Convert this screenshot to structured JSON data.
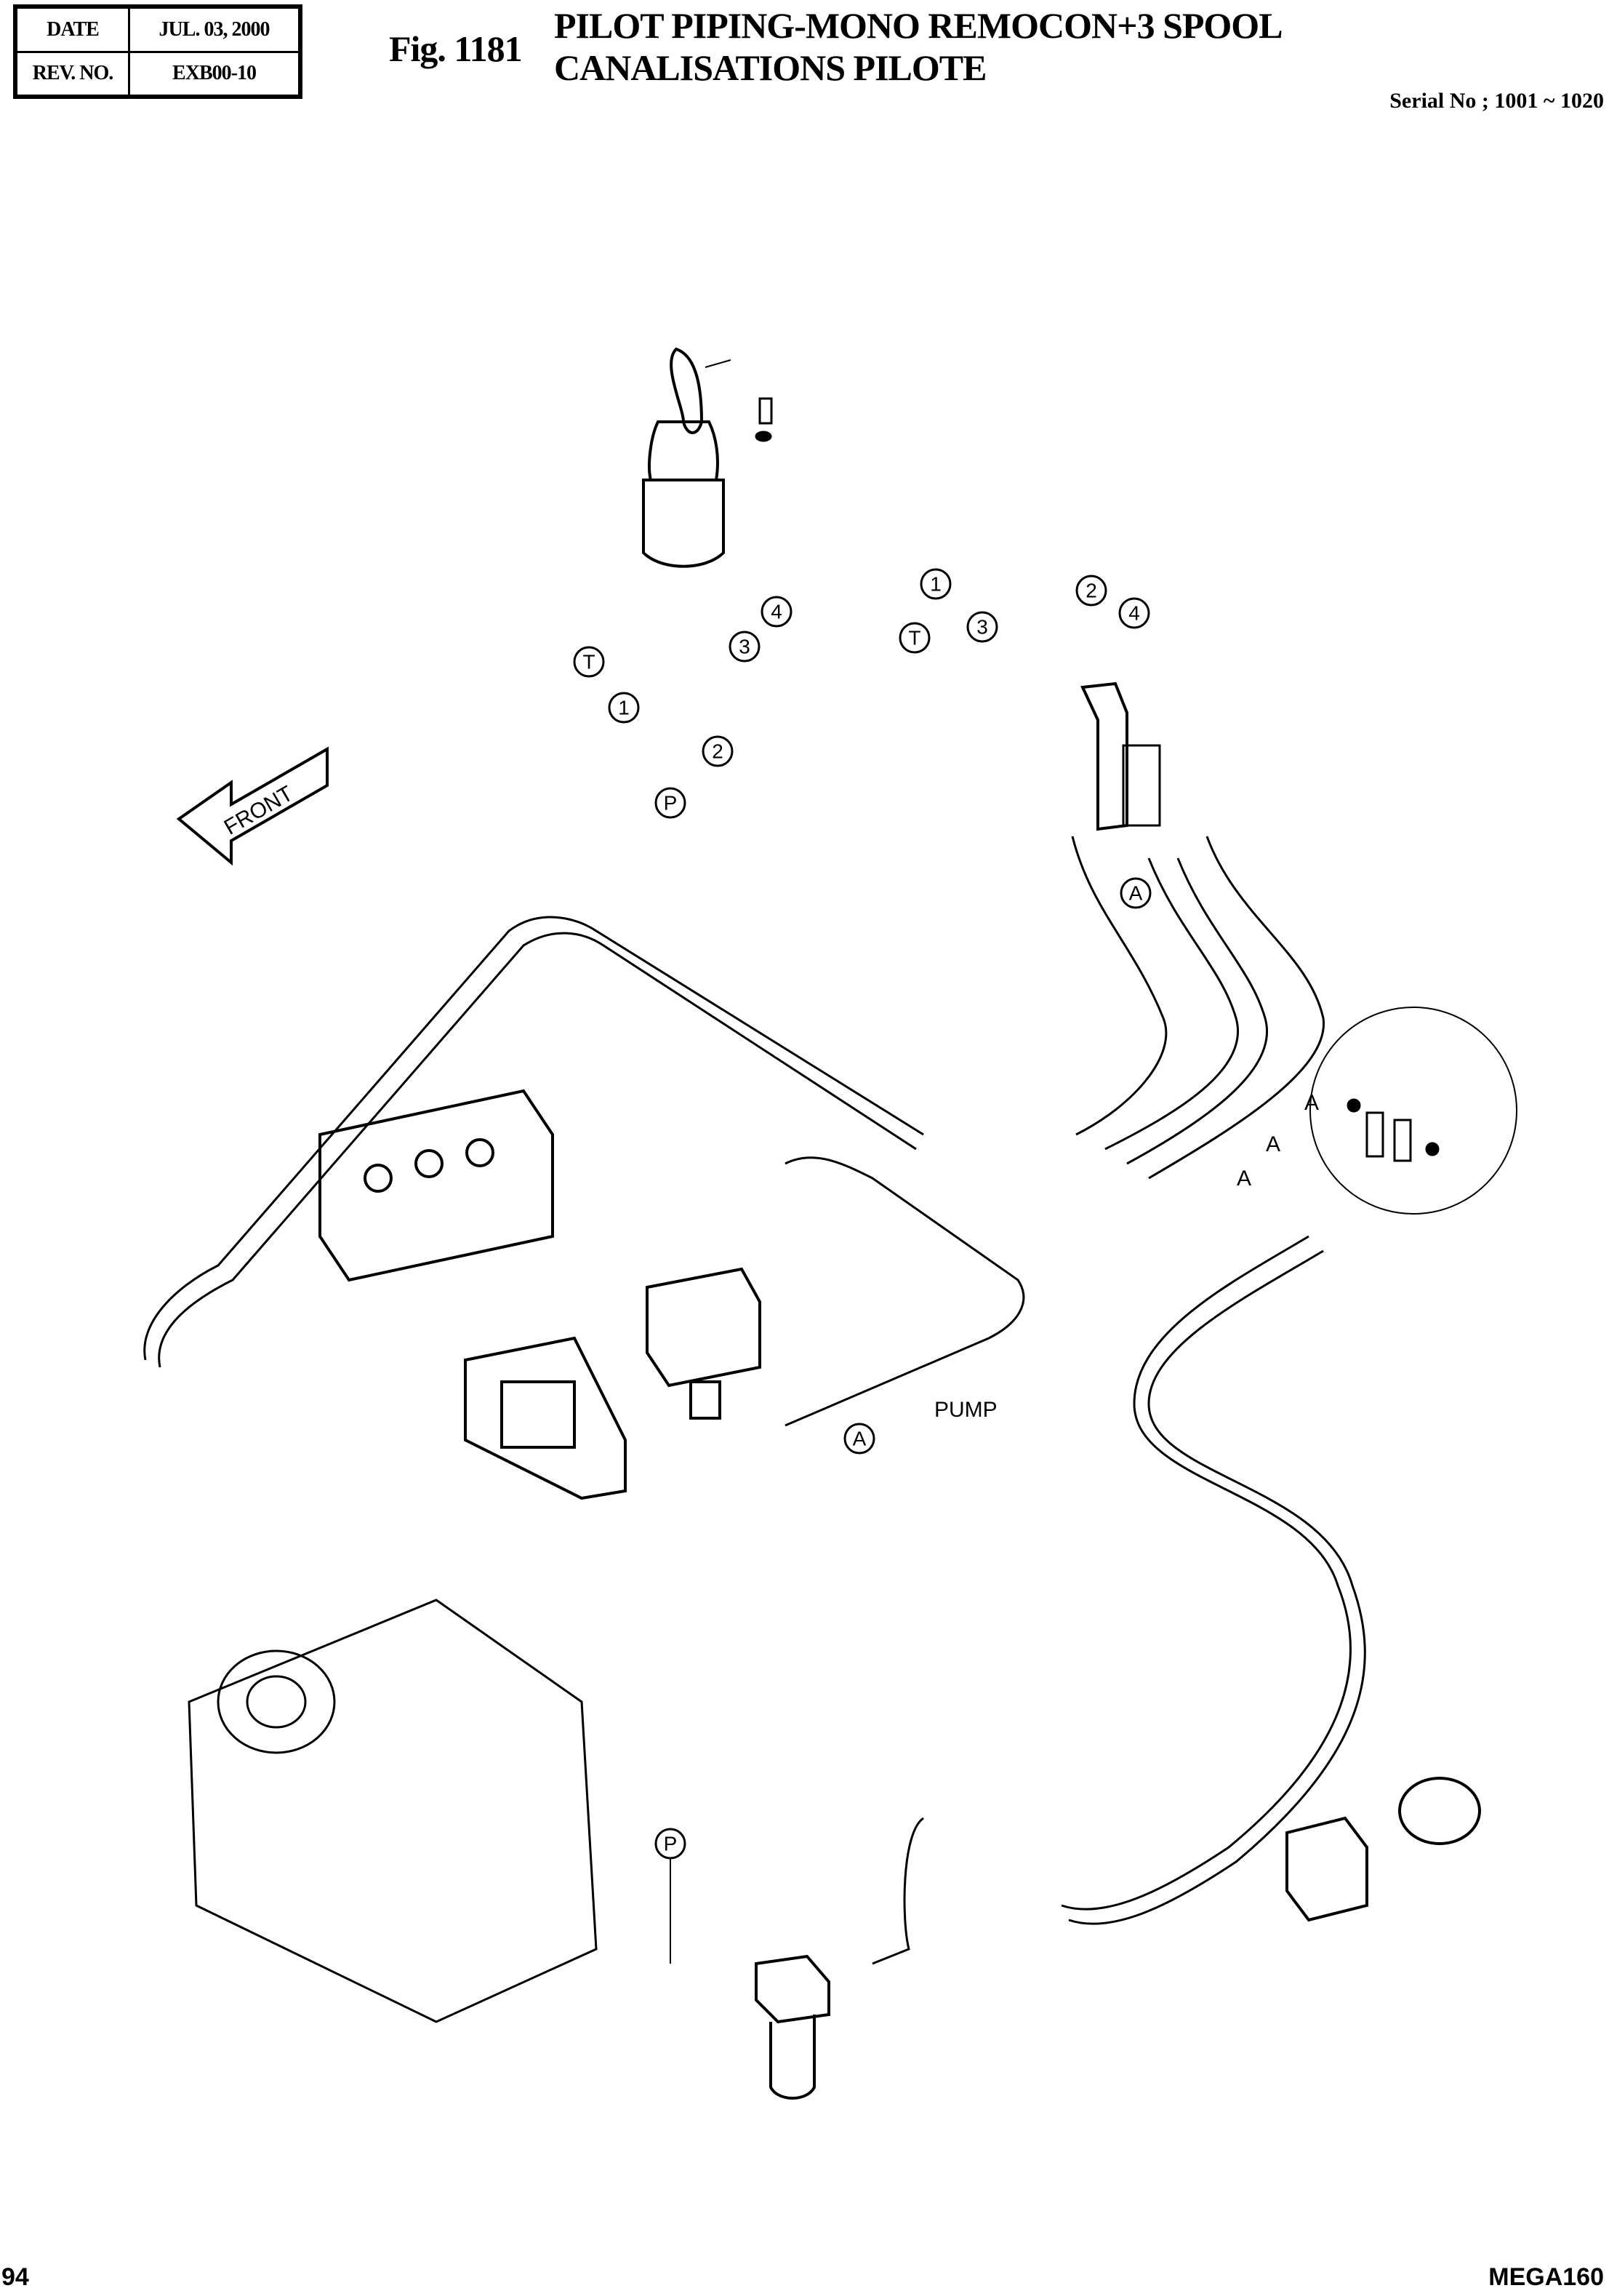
{
  "header": {
    "date_label": "DATE",
    "date_value": "JUL. 03, 2000",
    "rev_label": "REV. NO.",
    "rev_value": "EXB00-10",
    "figure_number": "Fig. 1181",
    "title_line1": "PILOT PIPING-MONO REMOCON+3 SPOOL",
    "title_line2": "CANALISATIONS PILOTE",
    "serial": "Serial No ; 1001 ~ 1020"
  },
  "drawing": {
    "front_arrow_label": "FRONT",
    "pump_label": "PUMP",
    "joystick_ports": [
      "T",
      "1",
      "P",
      "2",
      "3",
      "4"
    ],
    "manifold_ports": [
      "T",
      "1",
      "3",
      "2",
      "4"
    ],
    "clamp_callouts": [
      "A",
      "A",
      "A",
      "A",
      "A"
    ],
    "filter_port": "P"
  },
  "footer": {
    "page_number": "94",
    "model": "MEGA160"
  }
}
